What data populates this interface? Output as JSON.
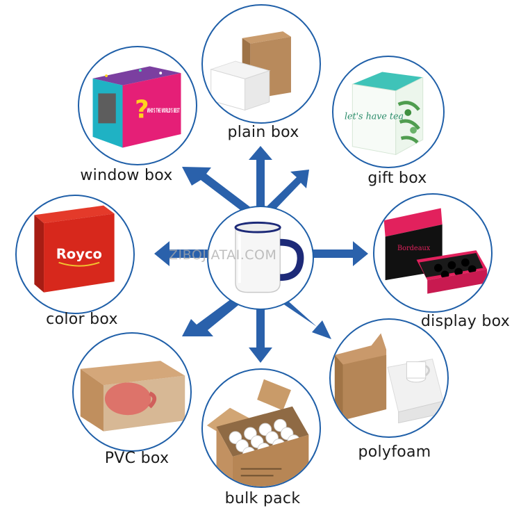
{
  "center": {
    "watermark": "ZIBOJIATAI.COM"
  },
  "colors": {
    "arrow": "#2a61ab",
    "ring": "#1f5fa8"
  },
  "items": [
    {
      "label": "plain box",
      "icon": "plain-box-image"
    },
    {
      "label": "gift box",
      "icon": "gift-box-image",
      "art": "let's have tea"
    },
    {
      "label": "display box",
      "icon": "display-box-image",
      "art": "Bordeaux"
    },
    {
      "label": "polyfoam",
      "icon": "polyfoam-image"
    },
    {
      "label": "bulk pack",
      "icon": "bulk-pack-image"
    },
    {
      "label": "PVC box",
      "icon": "pvc-box-image"
    },
    {
      "label": "color box",
      "icon": "color-box-image",
      "art": "Royco"
    },
    {
      "label": "window box",
      "icon": "window-box-image",
      "art": "WHO'S THE WORLD'S BEST"
    }
  ]
}
